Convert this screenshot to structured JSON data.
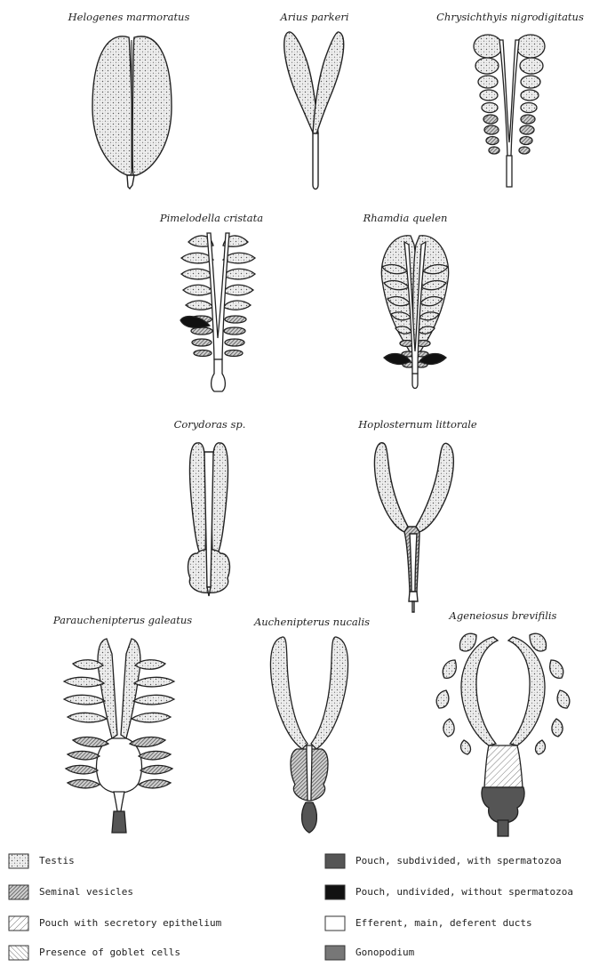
{
  "species": [
    {
      "name": "Helogenes marmoratus"
    },
    {
      "name": "Arius parkeri"
    },
    {
      "name": "Chrysichthyis nigrodigitatus"
    },
    {
      "name": "Pimelodella cristata"
    },
    {
      "name": "Rhamdia quelen"
    },
    {
      "name": "Corydoras sp."
    },
    {
      "name": "Hoplosternum littorale"
    },
    {
      "name": "Parauchenipterus galeatus"
    },
    {
      "name": "Auchenipterus nucalis"
    },
    {
      "name": "Ageneiosus brevifilis"
    }
  ],
  "legend": [
    {
      "label": "Testis",
      "pattern": "dots"
    },
    {
      "label": "Seminal vesicles",
      "pattern": "hatch-dense"
    },
    {
      "label": "Pouch with secretory epithelium",
      "pattern": "hatch-sparse"
    },
    {
      "label": "Presence of goblet cells",
      "pattern": "hatch-back"
    },
    {
      "label": "Pouch, subdivided, with spermatozoa",
      "pattern": "dark-grey"
    },
    {
      "label": "Pouch, undivided, without spermatozoa",
      "pattern": "black"
    },
    {
      "label": "Efferent, main, deferent ducts",
      "pattern": "white"
    },
    {
      "label": "Gonopodium",
      "pattern": "mid-grey"
    }
  ]
}
